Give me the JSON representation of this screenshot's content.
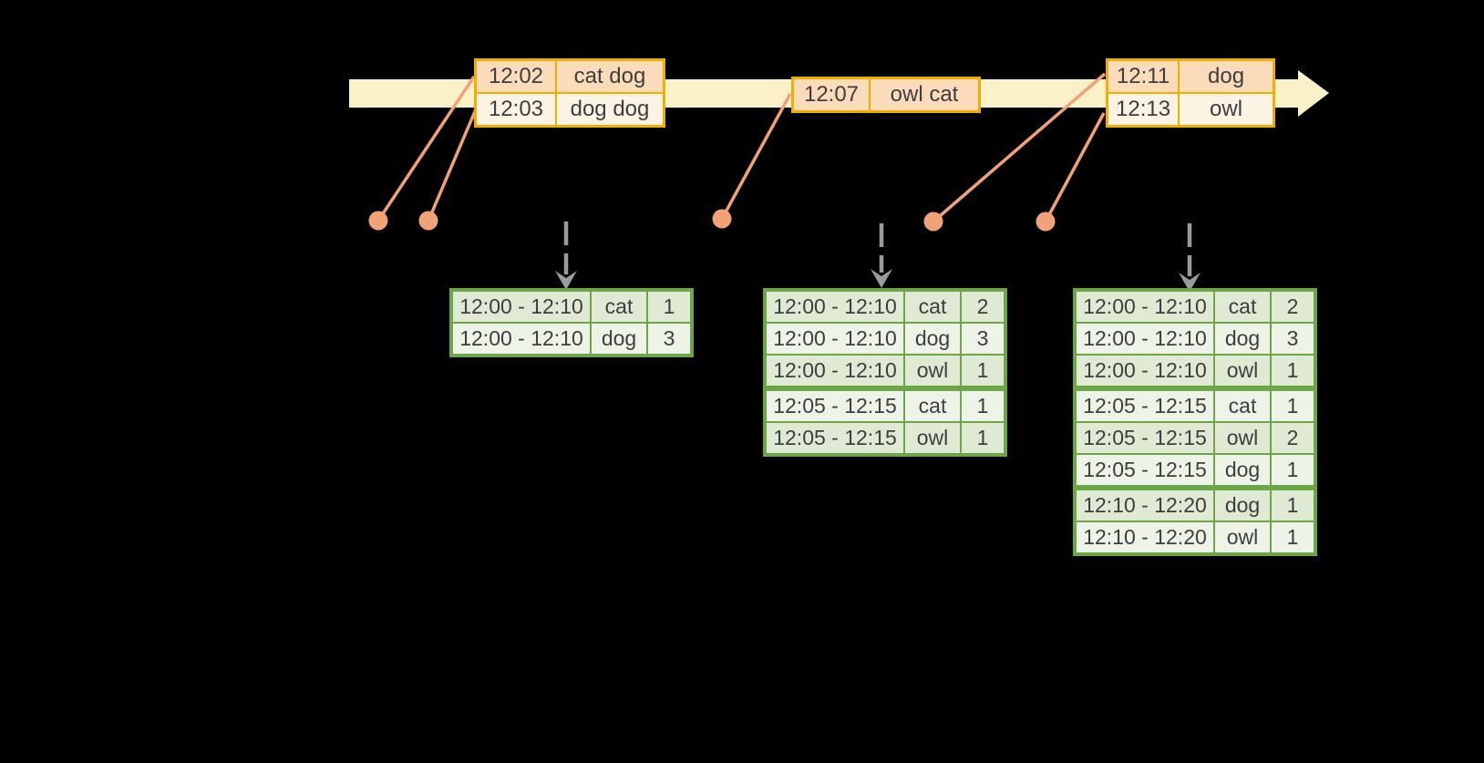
{
  "diagram": {
    "kind": "streaming-windowed-word-count-timeline",
    "colors": {
      "background": "#000000",
      "timeline_band": "#fbf1c9",
      "event_table_border": "#f0ae00",
      "event_row_first": "#fadcbb",
      "event_row_second": "#fdf3e5",
      "result_table_border": "#6ca747",
      "result_row_odd": "#dfe9d3",
      "result_row_even": "#eef3e8",
      "event_connector": "#f1a377",
      "trigger_arrow": "#9b9b9b",
      "cell_text": "#3e3e3e"
    }
  },
  "event_tables": [
    {
      "rows": [
        [
          "12:02",
          "cat dog"
        ],
        [
          "12:03",
          "dog dog"
        ]
      ]
    },
    {
      "rows": [
        [
          "12:07",
          "owl cat"
        ]
      ]
    },
    {
      "rows": [
        [
          "12:11",
          "dog"
        ],
        [
          "12:13",
          "owl"
        ]
      ]
    }
  ],
  "result_tables": [
    {
      "rows": [
        [
          "12:00 - 12:10",
          "cat",
          "1"
        ],
        [
          "12:00 - 12:10",
          "dog",
          "3"
        ]
      ]
    },
    {
      "rows": [
        [
          "12:00 - 12:10",
          "cat",
          "2"
        ],
        [
          "12:00 - 12:10",
          "dog",
          "3"
        ],
        [
          "12:00 - 12:10",
          "owl",
          "1"
        ],
        [
          "12:05 - 12:15",
          "cat",
          "1"
        ],
        [
          "12:05 - 12:15",
          "owl",
          "1"
        ]
      ]
    },
    {
      "rows": [
        [
          "12:00 - 12:10",
          "cat",
          "2"
        ],
        [
          "12:00 - 12:10",
          "dog",
          "3"
        ],
        [
          "12:00 - 12:10",
          "owl",
          "1"
        ],
        [
          "12:05 - 12:15",
          "cat",
          "1"
        ],
        [
          "12:05 - 12:15",
          "owl",
          "2"
        ],
        [
          "12:05 - 12:15",
          "dog",
          "1"
        ],
        [
          "12:10 - 12:20",
          "dog",
          "1"
        ],
        [
          "12:10 - 12:20",
          "owl",
          "1"
        ]
      ]
    }
  ]
}
